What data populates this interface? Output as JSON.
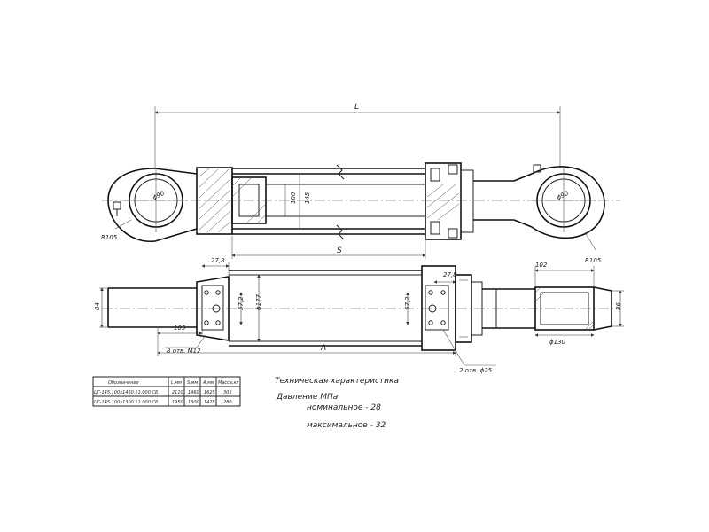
{
  "dimensions": {
    "L": "L",
    "S": "S",
    "A": "A",
    "d90_left": "ϕ90",
    "d90_right": "ϕ90",
    "r105_left": "R105",
    "r105_right": "R105",
    "d100": "100",
    "d145": "145",
    "w278_left": "27,8",
    "w278_right": "27,8",
    "w102": "102",
    "h84": "84",
    "h86": "86",
    "w105": "105",
    "h572_left": "57,2",
    "h572_right": "57,2",
    "d177": "ϕ177",
    "d130": "ϕ130",
    "holes_m12": "8 отв. М12",
    "holes_d25": "2 отв. ϕ25"
  },
  "table": {
    "headers": [
      "Обозначение",
      "L,мм",
      "S,мм",
      "A,мм",
      "Масса,кг"
    ],
    "rows": [
      [
        "ЦГ-145.100х1460.11.000 СБ",
        "2110",
        "1460",
        "1625",
        "305"
      ],
      [
        "ЦГ-145.100х1300.11.000 СБ",
        "1950",
        "1300",
        "1425",
        "280"
      ]
    ]
  },
  "specs": {
    "title": "Техническая характеристика",
    "pressure": "Давление МПа",
    "nominal": "номинальное  -  28",
    "maximum": "максимальное  -  32"
  }
}
